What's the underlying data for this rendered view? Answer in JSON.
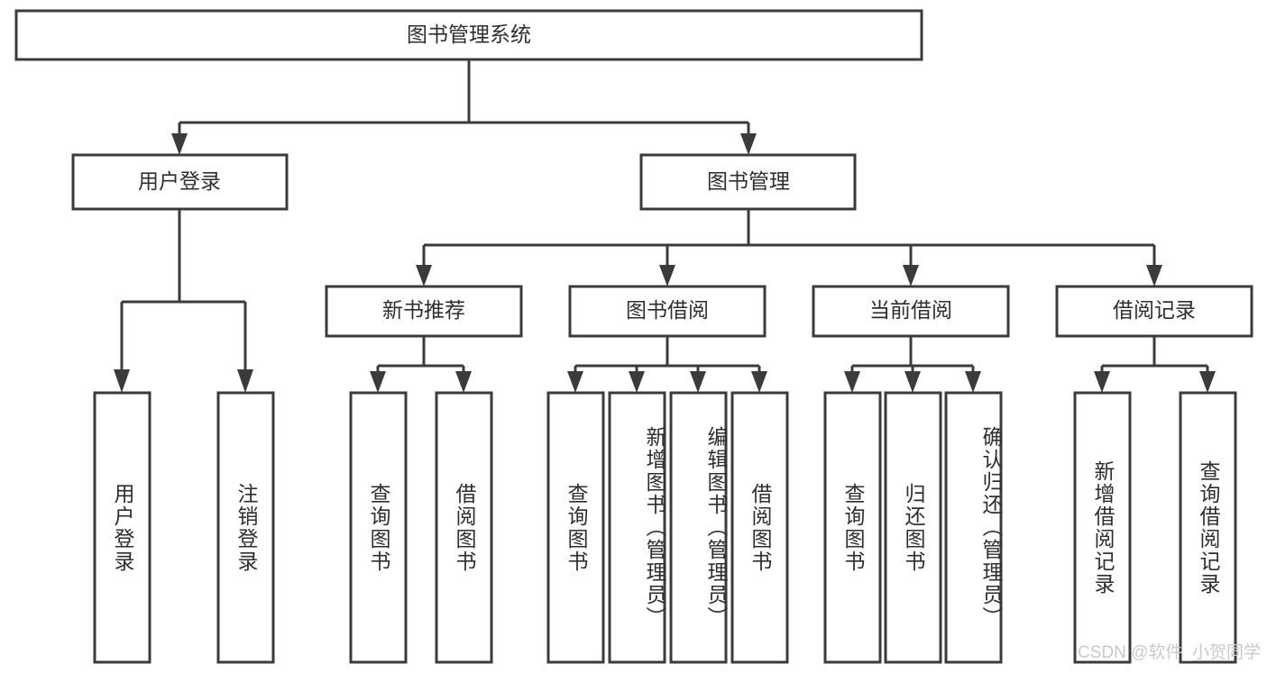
{
  "diagram": {
    "title": "图书管理系统",
    "type": "tree",
    "root": {
      "id": "root",
      "label": "图书管理系统"
    },
    "level2": [
      {
        "id": "user-login",
        "label": "用户登录"
      },
      {
        "id": "book-manage",
        "label": "图书管理"
      }
    ],
    "level3": [
      {
        "id": "new-book-recommend",
        "label": "新书推荐",
        "parent": "book-manage"
      },
      {
        "id": "book-borrow",
        "label": "图书借阅",
        "parent": "book-manage"
      },
      {
        "id": "current-borrow",
        "label": "当前借阅",
        "parent": "book-manage"
      },
      {
        "id": "borrow-record",
        "label": "借阅记录",
        "parent": "book-manage"
      }
    ],
    "leaves": {
      "user-login": [
        {
          "id": "leaf-user-login",
          "label": "用户登录"
        },
        {
          "id": "leaf-user-logout",
          "label": "注销登录"
        }
      ],
      "new-book-recommend": [
        {
          "id": "leaf-query-book-1",
          "label": "查询图书"
        },
        {
          "id": "leaf-borrow-book-1",
          "label": "借阅图书"
        }
      ],
      "book-borrow": [
        {
          "id": "leaf-query-book-2",
          "label": "查询图书"
        },
        {
          "id": "leaf-add-book",
          "label": "新增图书（管理员）"
        },
        {
          "id": "leaf-edit-book",
          "label": "编辑图书（管理员）"
        },
        {
          "id": "leaf-borrow-book-2",
          "label": "借阅图书"
        }
      ],
      "current-borrow": [
        {
          "id": "leaf-query-book-3",
          "label": "查询图书"
        },
        {
          "id": "leaf-return-book",
          "label": "归还图书"
        },
        {
          "id": "leaf-confirm-return",
          "label": "确认归还（管理员）"
        }
      ],
      "borrow-record": [
        {
          "id": "leaf-add-record",
          "label": "新增借阅记录"
        },
        {
          "id": "leaf-query-record",
          "label": "查询借阅记录"
        }
      ]
    }
  },
  "watermark": {
    "text": "CSDN @软件_小贺同学"
  },
  "colors": {
    "stroke": "#3b3b3b",
    "box_fill": "#ffffff",
    "text": "#2e2e2e",
    "watermark": "#c9c9c9",
    "background": "#ffffff"
  }
}
